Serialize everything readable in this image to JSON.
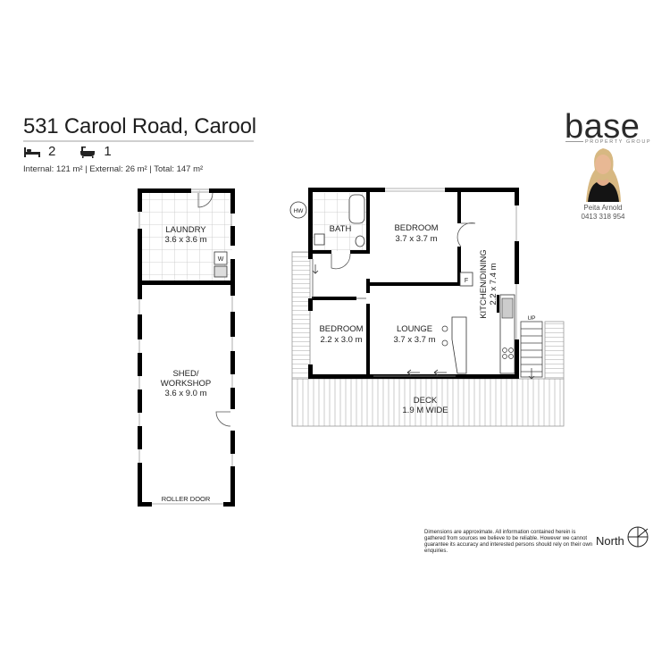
{
  "header": {
    "address": "531 Carool Road, Carool",
    "bedrooms": "2",
    "bathrooms": "1",
    "areas": "Internal: 121 m²  |  External: 26 m²  |  Total: 147 m²"
  },
  "brand": {
    "logo": "base",
    "tagline": "PROPERTY GROUP",
    "agent_name": "Peita Arnold",
    "agent_phone": "0413 318 954"
  },
  "rooms": {
    "laundry_name": "LAUNDRY",
    "laundry_size": "3.6 x 3.6 m",
    "laundry_w": "W",
    "shed_name_1": "SHED/",
    "shed_name_2": "WORKSHOP",
    "shed_size": "3.6 x 9.0 m",
    "roller_door": "ROLLER DOOR",
    "hw": "HW",
    "bath": "BATH",
    "bedroom1_name": "BEDROOM",
    "bedroom1_size": "3.7 x 3.7 m",
    "kitchen_name": "KITCHEN/DINING",
    "kitchen_size": "2.2 x 7.4 m",
    "fridge": "F",
    "bedroom2_name": "BEDROOM",
    "bedroom2_size": "2.2 x 3.0 m",
    "lounge_name": "LOUNGE",
    "lounge_size": "3.7 x 3.7 m",
    "up": "UP",
    "deck_name": "DECK",
    "deck_size": "1.9 M WIDE"
  },
  "footer": {
    "disclaimer": "Dimensions are approximate.  All information contained herein is gathered from sources we believe to be reliable.  However we cannot guarantee its accuracy and interested persons should rely on their own enquiries.",
    "north": "North"
  },
  "colors": {
    "wall": "#000000",
    "deck_line": "#9a9a9a",
    "tile_grid": "#bdbdbd",
    "text": "#222222"
  }
}
